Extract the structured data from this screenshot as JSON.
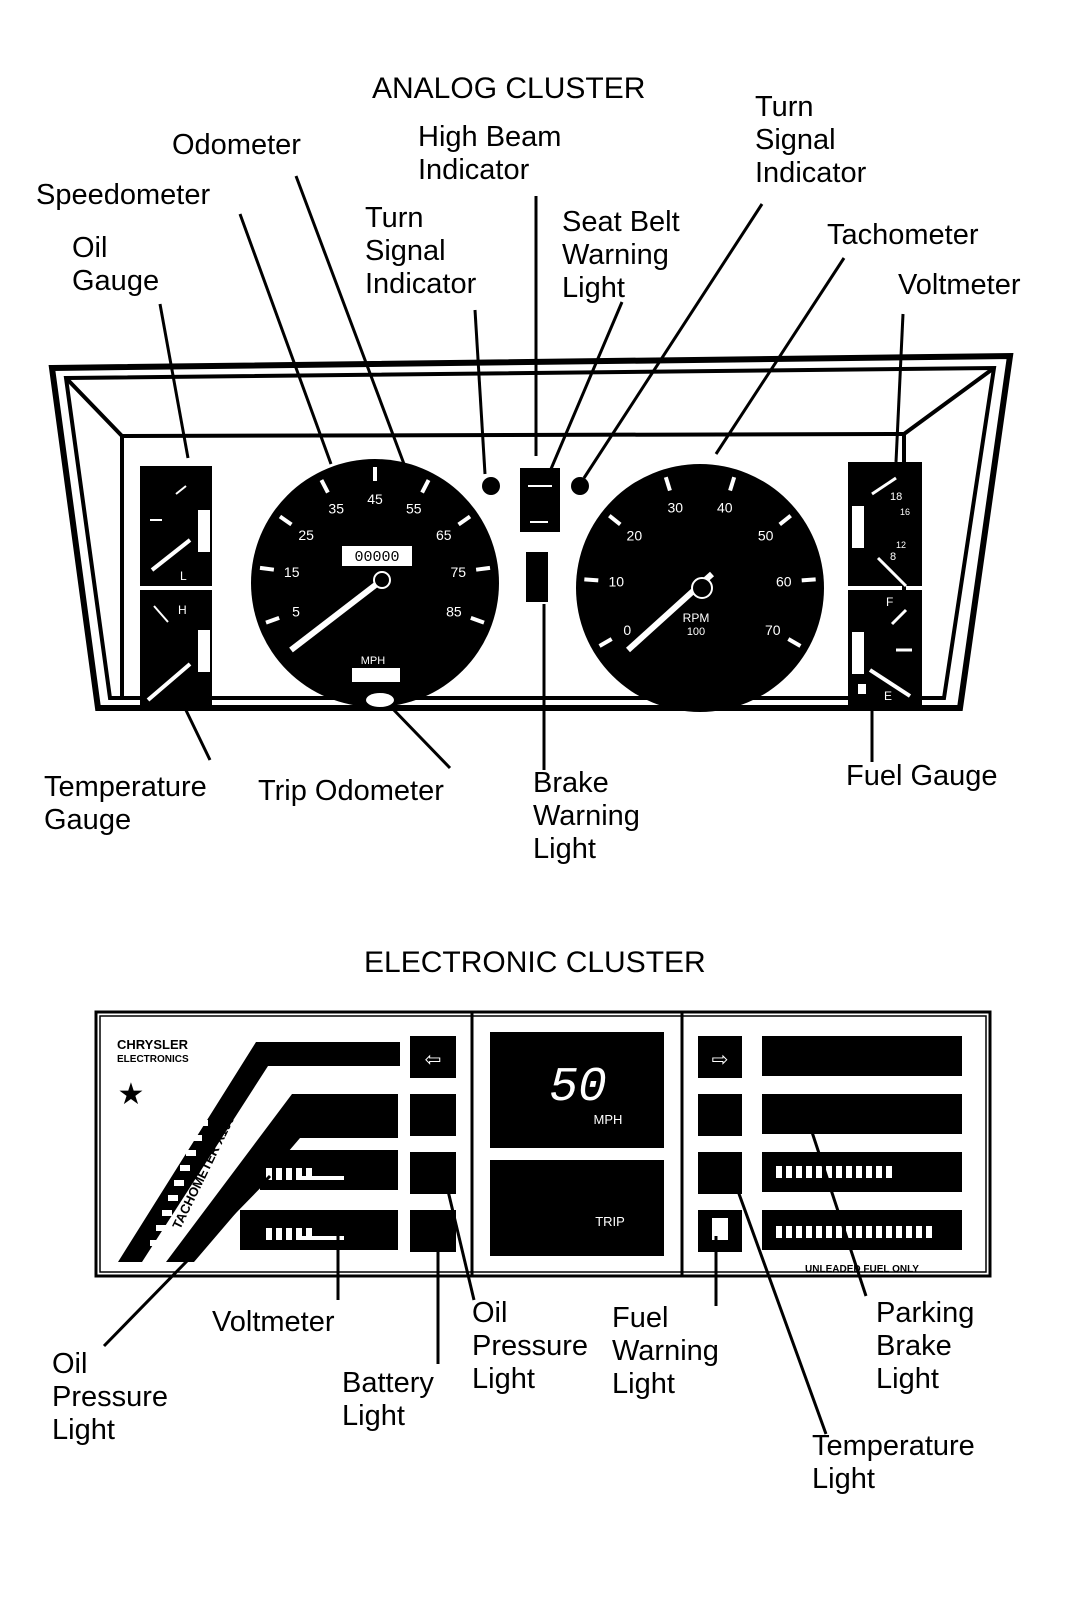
{
  "analog": {
    "title": "ANALOG CLUSTER",
    "labels": {
      "odometer": "Odometer",
      "high_beam": [
        "High Beam",
        "Indicator"
      ],
      "turn_signal_right": [
        "Turn",
        "Signal",
        "Indicator"
      ],
      "speedometer": "Speedometer",
      "turn_signal_left": [
        "Turn",
        "Signal",
        "Indicator"
      ],
      "seat_belt": [
        "Seat Belt",
        "Warning",
        "Light"
      ],
      "tachometer": "Tachometer",
      "oil_gauge": [
        "Oil",
        "Gauge"
      ],
      "voltmeter": "Voltmeter",
      "temperature_gauge": [
        "Temperature",
        "Gauge"
      ],
      "trip_odometer": "Trip Odometer",
      "brake_warning": [
        "Brake",
        "Warning",
        "Light"
      ],
      "fuel_gauge": "Fuel Gauge"
    },
    "speedo_ticks": [
      "5",
      "15",
      "25",
      "35",
      "45",
      "55",
      "65",
      "75",
      "85"
    ],
    "speedo_unit": "MPH",
    "odometer_digits": "00000",
    "tacho_ticks": [
      "0",
      "10",
      "20",
      "30",
      "40",
      "50",
      "60",
      "70"
    ],
    "tacho_unit": [
      "RPM",
      "100"
    ],
    "volt_ticks": [
      "18",
      "16",
      "12",
      "8"
    ],
    "fuel_marks": [
      "F",
      "E"
    ],
    "temp_mark": "H",
    "oil_mark": "L"
  },
  "electronic": {
    "title": "ELECTRONIC CLUSTER",
    "brand": [
      "CHRYSLER",
      "ELECTRONICS"
    ],
    "tach_name": "TACHOMETER X1000",
    "speed_value": "50",
    "speed_unit": "MPH",
    "trip_label": "TRIP",
    "fuel_note": "UNLEADED FUEL ONLY",
    "labels": {
      "oil_pressure_left": [
        "Oil",
        "Pressure",
        "Light"
      ],
      "voltmeter": "Voltmeter",
      "battery": [
        "Battery",
        "Light"
      ],
      "oil_pressure_mid": [
        "Oil",
        "Pressure",
        "Light"
      ],
      "fuel_warning": [
        "Fuel",
        "Warning",
        "Light"
      ],
      "parking_brake": [
        "Parking",
        "Brake",
        "Light"
      ],
      "temperature": [
        "Temperature",
        "Light"
      ]
    }
  }
}
